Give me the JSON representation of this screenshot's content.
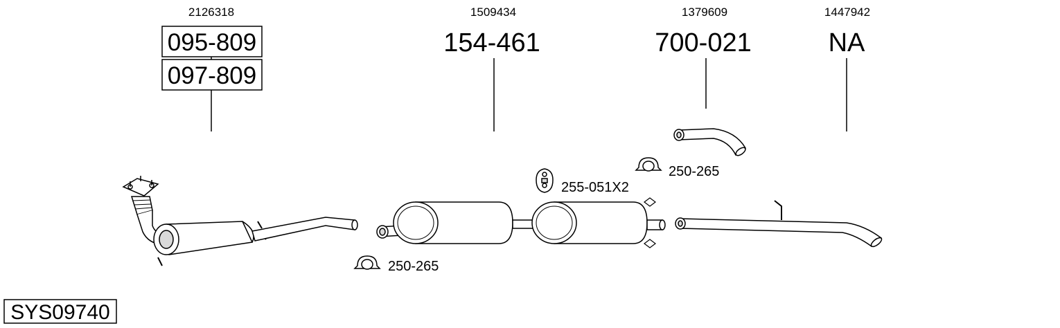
{
  "colors": {
    "line": "#000000",
    "fill": "#ffffff",
    "shade": "#d9d9d9"
  },
  "groups": [
    {
      "ref": "2126318",
      "codes": [
        "095-809",
        "097-809"
      ]
    },
    {
      "ref": "1509434",
      "codes": [
        "154-461"
      ]
    },
    {
      "ref": "1379609",
      "codes": [
        "700-021"
      ]
    },
    {
      "ref": "1447942",
      "codes": [
        "NA"
      ]
    }
  ],
  "clamps": [
    {
      "code": "250-265"
    },
    {
      "code": "255-051X2"
    },
    {
      "code": "250-265"
    }
  ],
  "system_code": "SYS09740"
}
